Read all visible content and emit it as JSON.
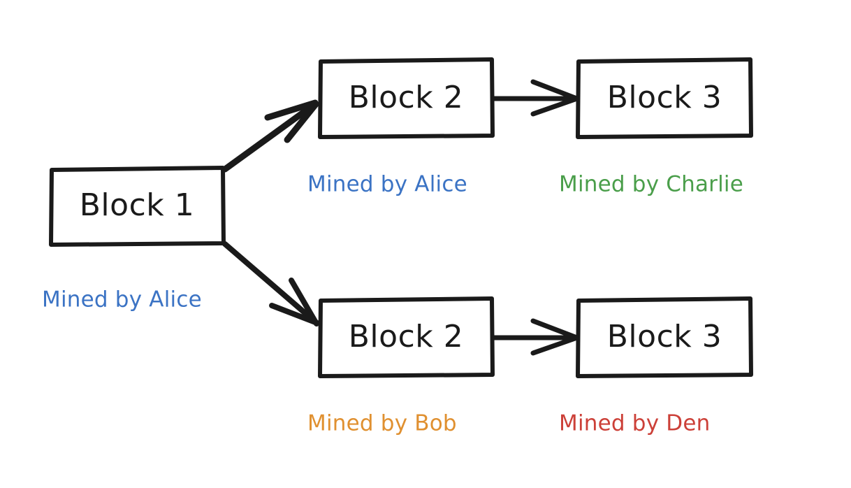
{
  "diagram": {
    "title": "Blockchain fork diagram",
    "background_color": "#ffffff",
    "stroke_color": "#1a1a1a"
  },
  "colors": {
    "alice": "#3b73c4",
    "charlie": "#4a9e4a",
    "bob": "#e09030",
    "den": "#cc4038",
    "ink": "#1a1a1a"
  },
  "blocks": {
    "genesis": {
      "label": "Block 1",
      "miner_label": "Mined by Alice",
      "miner_color": "#3b73c4"
    },
    "fork_top_block2": {
      "label": "Block 2",
      "miner_label": "Mined by Alice",
      "miner_color": "#3b73c4"
    },
    "fork_top_block3": {
      "label": "Block 3",
      "miner_label": "Mined by Charlie",
      "miner_color": "#4a9e4a"
    },
    "fork_bottom_block2": {
      "label": "Block 2",
      "miner_label": "Mined by Bob",
      "miner_color": "#e09030"
    },
    "fork_bottom_block3": {
      "label": "Block 3",
      "miner_label": "Mined by Den",
      "miner_color": "#cc4038"
    }
  }
}
